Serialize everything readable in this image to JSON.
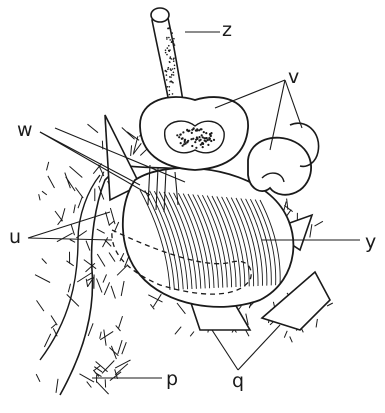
{
  "labels": {
    "z": "z",
    "v": "v",
    "w": "w",
    "u": "u",
    "y": "y",
    "p": "p",
    "q": "q"
  },
  "colors": {
    "ink": "#1a1a1a",
    "background": "#ffffff"
  }
}
